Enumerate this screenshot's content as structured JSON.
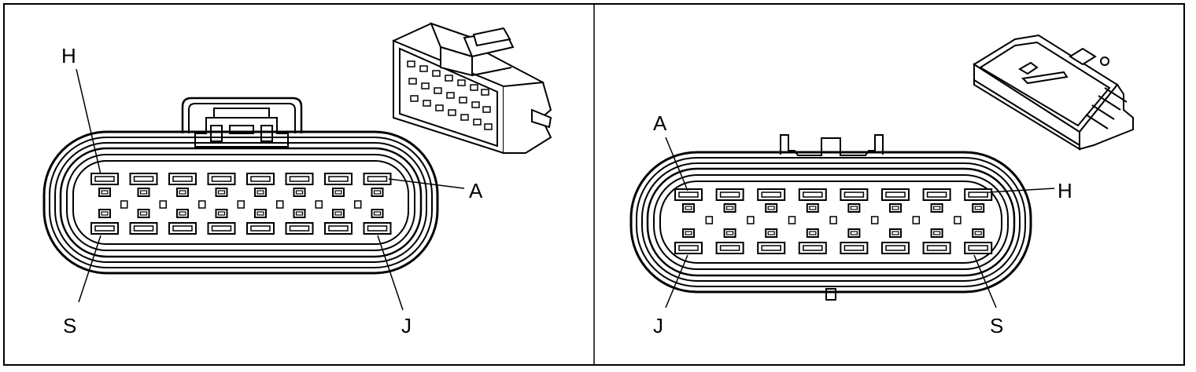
{
  "left_view": {
    "labels": {
      "top_left": "H",
      "top_right": "A",
      "bottom_left": "S",
      "bottom_right": "J"
    }
  },
  "right_view": {
    "labels": {
      "top_left": "A",
      "top_right": "H",
      "bottom_left": "J",
      "bottom_right": "S"
    }
  },
  "colors": {
    "stroke": "#000000",
    "background": "#ffffff"
  }
}
